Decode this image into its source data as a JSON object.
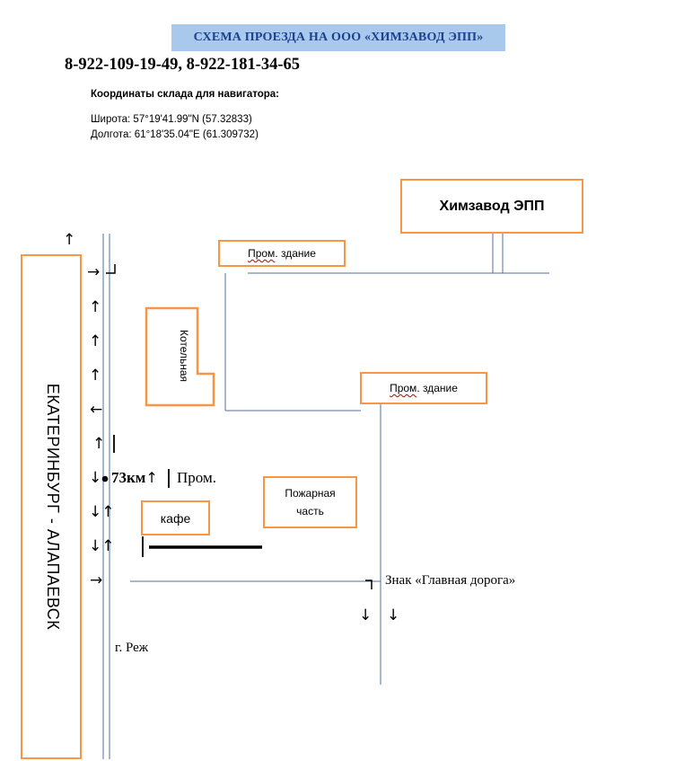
{
  "header": {
    "title": "СХЕМА  ПРОЕЗДА НА ООО «ХИМЗАВОД  ЭПП»",
    "phones": "8-922-109-19-49, 8-922-181-34-65",
    "coords_heading": "Координаты склада для навигатора:",
    "latitude": "Широта: 57°19'41.99\"N  (57.32833)",
    "longitude": "Долгота: 61°18'35.04\"E  (61.309732)"
  },
  "map": {
    "plant": "Химзавод  ЭПП",
    "building_top_prefix": "Пром",
    "building_top_suffix": ". здание",
    "building_mid_prefix": "Пром",
    "building_mid_suffix": ". здание",
    "boiler": "Котельная",
    "fire_station": "Пожарная часть",
    "cafe": "кафе",
    "highway": "ЕКАТЕРИНБУРГ - АЛАПАЕВСК",
    "km_marker": "73км",
    "km_up_arrow": "↑",
    "prom_label": "Пром.",
    "main_road_sign": "Знак «Главная дорога»",
    "rezh": "г. Реж",
    "arrows": {
      "up": "↑",
      "down": "↓",
      "left": "←",
      "right": "→",
      "down_up": "↓↑"
    },
    "colors": {
      "box_border": "#f79646",
      "road_line": "#4f6f9f",
      "title_bg": "#a8c8ec",
      "title_text": "#1f3f8f"
    }
  }
}
